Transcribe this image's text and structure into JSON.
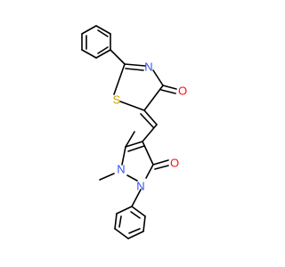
{
  "molecule": {
    "atoms": {
      "N_thiazole": "N",
      "O_thiazolone": "O",
      "S_thiazole": "S",
      "N2_pyrazolone": "N",
      "N1_pyrazolone": "N",
      "O_pyrazolone": "O"
    },
    "colors": {
      "bond": "#000000",
      "N": "#3050F8",
      "O": "#FF0D0D",
      "S": "#C8A000"
    }
  }
}
